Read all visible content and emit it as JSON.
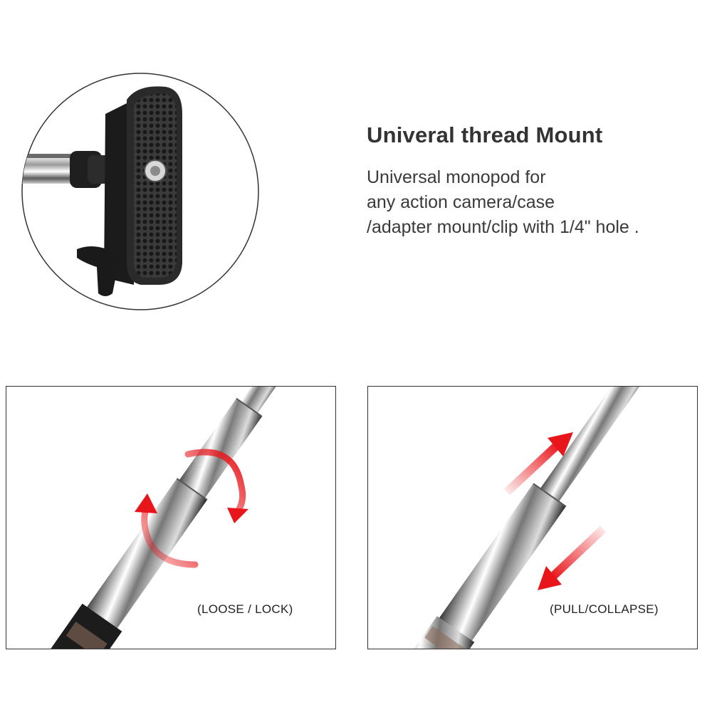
{
  "mount": {
    "title": "Univeral thread Mount",
    "description_lines": [
      "Universal monopod for",
      "any action camera/case",
      "/adapter mount/clip with 1/4\" hole ."
    ]
  },
  "panels": {
    "left": {
      "caption": "(LOOSE / LOCK)",
      "icon": "rotate-arrows-icon"
    },
    "right": {
      "caption": "(PULL/COLLAPSE)",
      "icon": "extend-arrows-icon"
    }
  },
  "colors": {
    "arrow_red": "#e8161b",
    "text_dark": "#333333",
    "border": "#333333"
  }
}
